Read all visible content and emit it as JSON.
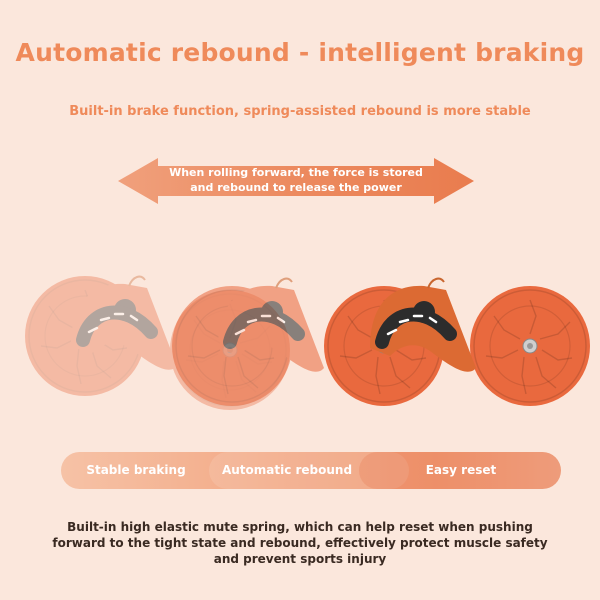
{
  "title": "Automatic rebound - intelligent braking",
  "subtitle": "Built-in brake function, spring-assisted rebound is more stable",
  "arrow": {
    "line1": "When rolling forward, the force is stored",
    "line2": "and rebound to release the power"
  },
  "features": [
    "Stable braking",
    "Automatic rebound",
    "Easy reset"
  ],
  "description": {
    "line1": "Built-in high elastic mute spring, which can help reset when pushing",
    "line2": "forward to the tight state and rebound, effectively protect muscle safety",
    "line3": "and prevent sports injury"
  },
  "colors": {
    "accent": "#ef8a5a",
    "product": "#e9693e",
    "background": "#fbe7dc"
  }
}
